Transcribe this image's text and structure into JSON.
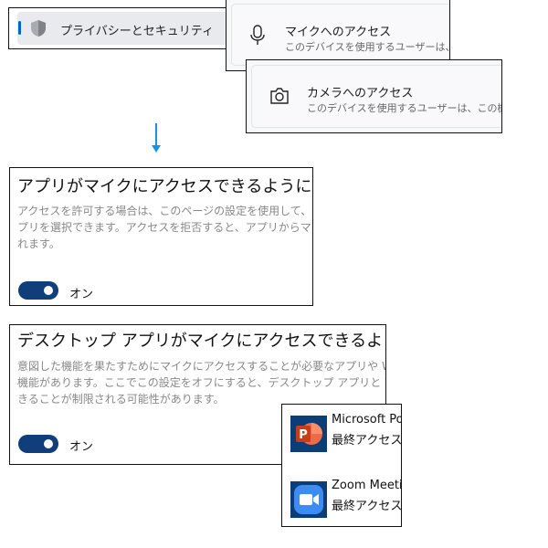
{
  "nav": {
    "label": "プライバシーとセキュリティ",
    "icon": "shield-icon"
  },
  "mic_card": {
    "title": "マイクへのアクセス",
    "subtitle": "このデバイスを使用するユーザーは、この機",
    "icon": "microphone-icon"
  },
  "camera_card": {
    "title": "カメラへのアクセス",
    "subtitle": "このデバイスを使用するユーザーは、この機能が",
    "icon": "camera-icon"
  },
  "apps_mic": {
    "title": "アプリがマイクにアクセスできるようにする",
    "description": "アクセスを許可する場合は、このページの設定を使用して、マ\nプリを選択できます。アクセスを拒否すると、アプリからマイク\nれます。",
    "toggle_state": "オン",
    "toggle_on": true
  },
  "desktop_mic": {
    "title": "デスクトップ アプリがマイクにアクセスできるようにする",
    "description": "意図した機能を果たすためにマイクにアクセスすることが必要なアプリや Wir\n機能があります。ここでこの設定をオフにすると、デスクトップ アプリと Windo\nきることが制限される可能性があります。",
    "toggle_state": "オン",
    "toggle_on": true
  },
  "apps": [
    {
      "name": "Microsoft Po",
      "last_access": "最終アクセス日"
    },
    {
      "name": "Zoom Meeti",
      "last_access": "最終アクセス日"
    }
  ],
  "colors": {
    "accent": "#0067c0",
    "toggle": "#0f3e7a",
    "arrow": "#1e90e0"
  }
}
